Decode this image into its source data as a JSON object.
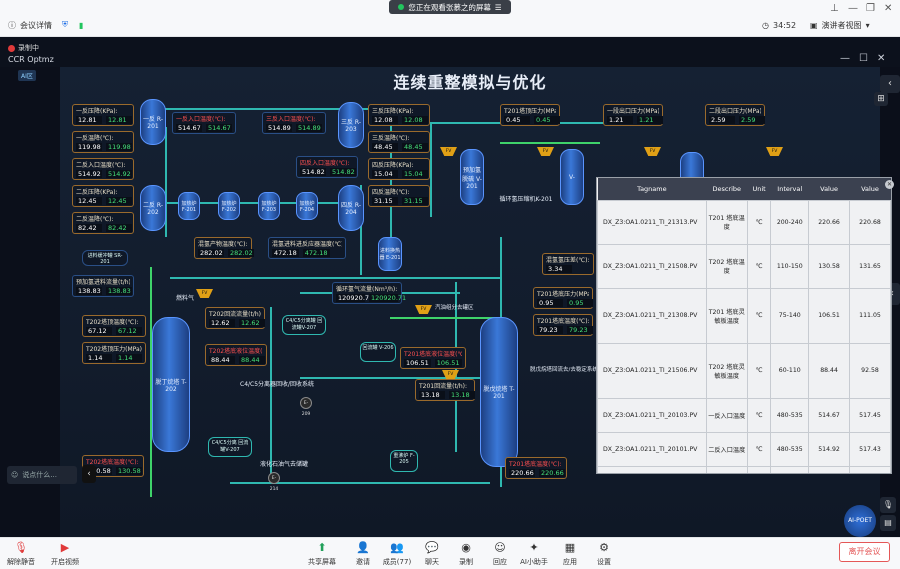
{
  "top": {
    "meeting_details": "会议详情",
    "sharing_banner": "您正在观看张慕之的屏幕",
    "timer": "34:52",
    "speaker_view": "演讲者视图"
  },
  "remote": {
    "recording": "录制中",
    "app_title": "CCR Optmz",
    "ai_badge": "AI区",
    "page_title": "连续重整模拟与优化"
  },
  "cards": [
    {
      "label": "一反压降(KPa):",
      "v1": "12.81",
      "v2": "12.81",
      "red": false
    },
    {
      "label": "一反温降(℃):",
      "v1": "119.98",
      "v2": "119.98",
      "red": false
    },
    {
      "label": "二反入口温度(℃):",
      "v1": "514.92",
      "v2": "514.92",
      "red": false
    },
    {
      "label": "二反压降(KPa):",
      "v1": "12.45",
      "v2": "12.45",
      "red": false
    },
    {
      "label": "二反温降(℃):",
      "v1": "82.42",
      "v2": "82.42",
      "red": false
    },
    {
      "label": "一反入口温度(℃):",
      "v1": "514.67",
      "v2": "514.67",
      "red": true
    },
    {
      "label": "三反入口温度(℃):",
      "v1": "514.89",
      "v2": "514.89",
      "red": true
    },
    {
      "label": "三反压降(KPa):",
      "v1": "12.08",
      "v2": "12.08",
      "red": false
    },
    {
      "label": "三反温降(℃):",
      "v1": "48.45",
      "v2": "48.45",
      "red": false
    },
    {
      "label": "四反入口温度(℃):",
      "v1": "514.82",
      "v2": "514.82",
      "red": true
    },
    {
      "label": "四反压降(KPa):",
      "v1": "15.04",
      "v2": "15.04",
      "red": false
    },
    {
      "label": "四反温降(℃):",
      "v1": "31.15",
      "v2": "31.15",
      "red": false
    },
    {
      "label": "混氢产物温度(℃):",
      "v1": "282.02",
      "v2": "282.02",
      "red": false
    },
    {
      "label": "混氢进料进反应器温度(℃):",
      "v1": "472.18",
      "v2": "472.18",
      "red": false
    },
    {
      "label": "T201塔顶压力(MPa):",
      "v1": "0.45",
      "v2": "0.45",
      "red": false
    },
    {
      "label": "一段出口压力(MPa):",
      "v1": "1.21",
      "v2": "1.21",
      "red": false
    },
    {
      "label": "二段出口压力(MPa):",
      "v1": "2.59",
      "v2": "2.59",
      "red": false
    },
    {
      "label": "预加氢进料流量(t/h):",
      "v1": "138.83",
      "v2": "138.83",
      "red": false
    },
    {
      "label": "T202塔顶温度(℃):",
      "v1": "67.12",
      "v2": "67.12",
      "red": false
    },
    {
      "label": "T202塔顶压力(MPa):",
      "v1": "1.14",
      "v2": "1.14",
      "red": false
    },
    {
      "label": "T202回流流量(t/h):",
      "v1": "12.62",
      "v2": "12.62",
      "red": false
    },
    {
      "label": "T202塔底液位温度(℃):",
      "v1": "88.44",
      "v2": "88.44",
      "red": true
    },
    {
      "label": "循环氢气流量(Nm³/h):",
      "v1": "120920.71",
      "v2": "120920.71",
      "red": false
    },
    {
      "label": "T201塔底液位温度(℃):",
      "v1": "106.51",
      "v2": "106.51",
      "red": true
    },
    {
      "label": "T201回流量(t/h):",
      "v1": "13.18",
      "v2": "13.18",
      "red": false
    },
    {
      "label": "T202塔底温度(℃):",
      "v1": "130.58",
      "v2": "130.58",
      "red": true
    },
    {
      "label": "T201塔底温度(℃):",
      "v1": "220.66",
      "v2": "220.66",
      "red": true
    },
    {
      "label": "T201塔底压力(MPa):",
      "v1": "0.95",
      "v2": "0.95",
      "red": false
    },
    {
      "label": "T201塔底温度(℃):",
      "v1": "79.23",
      "v2": "79.23",
      "red": false
    },
    {
      "label": "混氢氢压差(℃):",
      "v1": "3.34",
      "v2": "",
      "red": false
    }
  ],
  "vessels": {
    "r201": "一反 R-201",
    "r202": "二反 R-202",
    "r203": "三反 R-203",
    "r204": "四反 R-204",
    "f201": "加热炉 F-201",
    "f202": "加热炉 F-202",
    "f203": "加热炉 F-203",
    "f204": "加热炉 F-204",
    "v201": "预加氢 脱硫 V-201",
    "v203": "V-",
    "e201": "进料换热器 E-201",
    "sr201": "进料缓冲罐 SR-201",
    "t202": "脱丁烷塔 T-202",
    "t201": "脱戊烷塔 T-201",
    "v206": "回流罐 V-206",
    "v207": "C4/C5分离罐 回流罐V-207",
    "v207b": "C4/C5分离 回流罐V-207",
    "f205": "重沸炉 F-205",
    "e209": "E-209",
    "e214": "E-214",
    "k201": "循环氢压缩机K-201"
  },
  "labels": {
    "c4c5": "C4/C5分离器回收/回收系统",
    "gas": "燃料气",
    "tail": "液化石油气去储罐",
    "recycle": "脱戊烷塔回流去/去稳定系统",
    "tail2": "汽油组分去罐区"
  },
  "valves": [
    "FV",
    "FV",
    "FV",
    "FV",
    "FV",
    "FV",
    "FV"
  ],
  "table": {
    "headers": [
      "Tagname",
      "Describe",
      "Unit",
      "Interval",
      "Value",
      "Value"
    ],
    "rows": [
      {
        "tag": "DX_Z3:OA1.0211_TI_21313.PV",
        "desc": "T201 塔底温度",
        "unit": "℃",
        "interval": "200-240",
        "v1": "220.66",
        "v2": "220.68"
      },
      {
        "tag": "DX_Z3:OA1.0211_TI_21508.PV",
        "desc": "T202 塔底温度",
        "unit": "℃",
        "interval": "110-150",
        "v1": "130.58",
        "v2": "131.65"
      },
      {
        "tag": "DX_Z3:OA1.0211_TI_21308.PV",
        "desc": "T201 塔底灵敏板温度",
        "unit": "℃",
        "interval": "75-140",
        "v1": "106.51",
        "v2": "111.05"
      },
      {
        "tag": "DX_Z3:OA1.0211_TI_21506.PV",
        "desc": "T202 塔底灵敏板温度",
        "unit": "℃",
        "interval": "60-110",
        "v1": "88.44",
        "v2": "92.58"
      },
      {
        "tag": "DX_Z3:OA1.0211_TI_20103.PV",
        "desc": "一反入口温度",
        "unit": "℃",
        "interval": "480-535",
        "v1": "514.67",
        "v2": "517.45"
      },
      {
        "tag": "DX_Z3:OA1.0211_TI_20101.PV",
        "desc": "二反入口温度",
        "unit": "℃",
        "interval": "480-535",
        "v1": "514.92",
        "v2": "517.43"
      },
      {
        "tag": "D",
        "desc": "",
        "unit": "",
        "interval": "",
        "v1": "",
        "v2": ""
      }
    ]
  },
  "chat_placeholder": "说点什么...",
  "ai_poet": "AI-POET",
  "bottom": {
    "mute": "解除静音",
    "video": "开启视频",
    "share": "共享屏幕",
    "invite": "邀请",
    "members": "成员(77)",
    "chat": "聊天",
    "record": "录制",
    "replay": "回应",
    "ai": "AI小助手",
    "apps": "应用",
    "settings": "设置",
    "leave": "离开会议"
  }
}
